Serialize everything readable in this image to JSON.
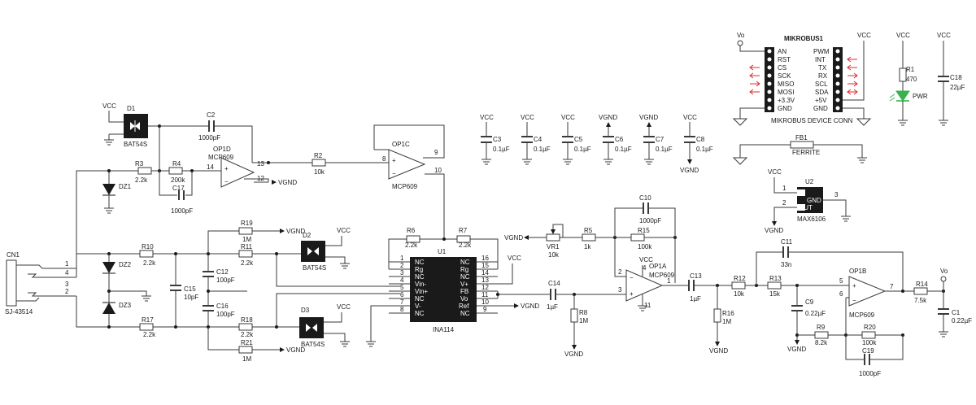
{
  "connector": {
    "ref": "CN1",
    "part": "SJ-43514",
    "pins": [
      "1",
      "4",
      "3",
      "2"
    ]
  },
  "diodes": {
    "d1": {
      "ref": "D1",
      "part": "BAT54S"
    },
    "d2": {
      "ref": "D2",
      "part": "BAT54S"
    },
    "d3": {
      "ref": "D3",
      "part": "BAT54S"
    },
    "dz1": "DZ1",
    "dz2": "DZ2",
    "dz3": "DZ3"
  },
  "resistors": {
    "r1": {
      "ref": "R1",
      "value": "470"
    },
    "r2": {
      "ref": "R2",
      "value": "10k"
    },
    "r3": {
      "ref": "R3",
      "value": "2.2k"
    },
    "r4": {
      "ref": "R4",
      "value": "200k"
    },
    "r5": {
      "ref": "R5",
      "value": "1k"
    },
    "r6": {
      "ref": "R6",
      "value": "2.2k"
    },
    "r7": {
      "ref": "R7",
      "value": "2.2k"
    },
    "r8": {
      "ref": "R8",
      "value": "1M"
    },
    "r9": {
      "ref": "R9",
      "value": "8.2k"
    },
    "r10": {
      "ref": "R10",
      "value": "2.2k"
    },
    "r11": {
      "ref": "R11",
      "value": "2.2k"
    },
    "r12": {
      "ref": "R12",
      "value": "10k"
    },
    "r13": {
      "ref": "R13",
      "value": "15k"
    },
    "r14": {
      "ref": "R14",
      "value": "7.5k"
    },
    "r15": {
      "ref": "R15",
      "value": "100k"
    },
    "r16": {
      "ref": "R16",
      "value": "1M"
    },
    "r17": {
      "ref": "R17",
      "value": "2.2k"
    },
    "r18": {
      "ref": "R18",
      "value": "2.2k"
    },
    "r19": {
      "ref": "R19",
      "value": "1M"
    },
    "r20": {
      "ref": "R20",
      "value": "100k"
    },
    "r21": {
      "ref": "R21",
      "value": "1M"
    },
    "vr1": {
      "ref": "VR1",
      "value": "10k"
    }
  },
  "capacitors": {
    "c1": {
      "ref": "C1",
      "value": "0.22µF"
    },
    "c2": {
      "ref": "C2",
      "value": "1000pF"
    },
    "c3": {
      "ref": "C3",
      "value": "0.1µF"
    },
    "c4": {
      "ref": "C4",
      "value": "0.1µF"
    },
    "c5": {
      "ref": "C5",
      "value": "0.1µF"
    },
    "c6": {
      "ref": "C6",
      "value": "0.1µF"
    },
    "c7": {
      "ref": "C7",
      "value": "0.1µF"
    },
    "c8": {
      "ref": "C8",
      "value": "0.1µF"
    },
    "c9": {
      "ref": "C9",
      "value": "0.22µF"
    },
    "c10": {
      "ref": "C10",
      "value": "1000pF"
    },
    "c11": {
      "ref": "C11",
      "value": "33n"
    },
    "c12": {
      "ref": "C12",
      "value": "100pF"
    },
    "c13": {
      "ref": "C13",
      "value": "1µF"
    },
    "c14": {
      "ref": "C14",
      "value": "1µF"
    },
    "c15": {
      "ref": "C15",
      "value": "10pF"
    },
    "c16": {
      "ref": "C16",
      "value": "100pF"
    },
    "c17": {
      "ref": "C17",
      "value": "1000pF"
    },
    "c18": {
      "ref": "C18",
      "value": "22µF"
    },
    "c19": {
      "ref": "C19",
      "value": "1000pF"
    }
  },
  "opamps": {
    "op1a": {
      "ref": "OP1A",
      "part": "MCP609",
      "pins": {
        "inv": "2",
        "noninv": "3",
        "out": "1",
        "vcc": "4",
        "gnd": "11"
      }
    },
    "op1b": {
      "ref": "OP1B",
      "part": "MCP609",
      "pins": {
        "noninv": "5",
        "inv": "6",
        "out": "7"
      }
    },
    "op1c": {
      "ref": "OP1C",
      "part": "MCP609",
      "pins": {
        "noninv": "8",
        "inv": "9",
        "out": "10"
      }
    },
    "op1d": {
      "ref": "OP1D",
      "part": "MCP609",
      "pins": {
        "noninv": "14",
        "out": "13",
        "inv": "12"
      }
    }
  },
  "u1": {
    "ref": "U1",
    "part": "INA114",
    "left_pins": [
      {
        "num": "1",
        "name": "NC"
      },
      {
        "num": "2",
        "name": "Rg"
      },
      {
        "num": "3",
        "name": "NC"
      },
      {
        "num": "4",
        "name": "Vin-"
      },
      {
        "num": "5",
        "name": "Vin+"
      },
      {
        "num": "6",
        "name": "NC"
      },
      {
        "num": "7",
        "name": "V-"
      },
      {
        "num": "8",
        "name": "NC"
      }
    ],
    "right_pins": [
      {
        "num": "16",
        "name": "NC"
      },
      {
        "num": "15",
        "name": "Rg"
      },
      {
        "num": "14",
        "name": "NC"
      },
      {
        "num": "13",
        "name": "V+"
      },
      {
        "num": "12",
        "name": "FB"
      },
      {
        "num": "11",
        "name": "Vo"
      },
      {
        "num": "10",
        "name": "Ref"
      },
      {
        "num": "9",
        "name": "NC"
      }
    ]
  },
  "u2": {
    "ref": "U2",
    "part": "MAX6106",
    "pin_in": "IN",
    "pin_gnd": "GND",
    "pin_out": "OUT",
    "num_in": "1",
    "num_gnd": "3",
    "num_out": "2"
  },
  "mikrobus": {
    "ref": "MIKROBUS1",
    "caption": "MIKROBUS DEVICE CONN",
    "left_pins": [
      "AN",
      "RST",
      "CS",
      "SCK",
      "MISO",
      "MOSI",
      "+3.3V",
      "GND"
    ],
    "right_pins": [
      "PWM",
      "INT",
      "TX",
      "RX",
      "SCL",
      "SDA",
      "+5V",
      "GND"
    ]
  },
  "ferrite": {
    "ref": "FB1",
    "part": "FERRITE"
  },
  "led": {
    "label": "PWR"
  },
  "nets": {
    "vcc": "VCC",
    "vgnd": "VGND",
    "vo": "Vo"
  },
  "colors": {
    "wire": "#3a3a3a",
    "arrow": "#e3262a",
    "led": "#37b24d"
  }
}
